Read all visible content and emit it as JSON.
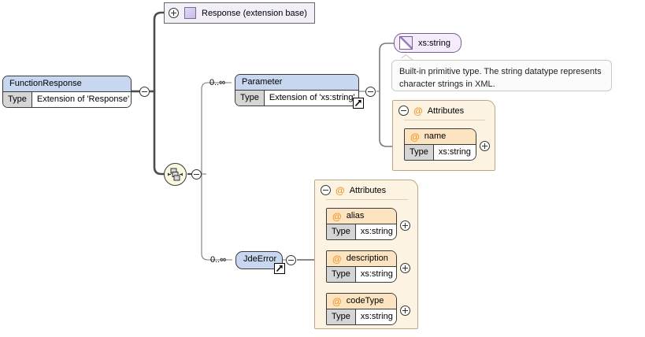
{
  "diagram": {
    "kind": "xml-schema-diagram",
    "root": {
      "name": "FunctionResponse",
      "type_key": "Type",
      "type_value": "Extension of 'Response'"
    },
    "extension_base": {
      "label": "Response (extension base)",
      "icon": "complex-type-swatch"
    },
    "compositor": {
      "kind": "sequence",
      "icon": "sequence-icon"
    },
    "children": [
      {
        "name": "Parameter",
        "cardinality": "0..∞",
        "type_key": "Type",
        "type_value": "Extension of 'xs:string'",
        "has_link_arrow": true
      },
      {
        "name": "JdeError",
        "cardinality": "0..∞",
        "has_link_arrow": true
      }
    ],
    "simple_type": {
      "label": "xs:string",
      "icon": "simple-type-icon"
    },
    "annotation": {
      "line1": "Built-in primitive type. The string datatype represents",
      "line2": "character strings in XML."
    },
    "attribute_groups": [
      {
        "id": "parameter-attributes",
        "label": "Attributes",
        "attributes": [
          {
            "name": "name",
            "type_key": "Type",
            "type_value": "xs:string"
          }
        ]
      },
      {
        "id": "jdeerror-attributes",
        "label": "Attributes",
        "attributes": [
          {
            "name": "alias",
            "type_key": "Type",
            "type_value": "xs:string"
          },
          {
            "name": "description",
            "type_key": "Type",
            "type_value": "xs:string"
          },
          {
            "name": "codeType",
            "type_key": "Type",
            "type_value": "xs:string"
          }
        ]
      }
    ],
    "symbols": {
      "at": "@",
      "expand": "+",
      "collapse": "−"
    },
    "colors": {
      "element_header": "#c6d7ef",
      "attribute_header": "#fde4c0",
      "attribute_group_bg": "#fdf3e3",
      "simple_type_bg": "#f4ecfa",
      "base_bg": "#f2eff7",
      "key_cell": "#d5d5d5",
      "at_sign": "#f0972b",
      "connector": "#4d4d4d"
    }
  }
}
